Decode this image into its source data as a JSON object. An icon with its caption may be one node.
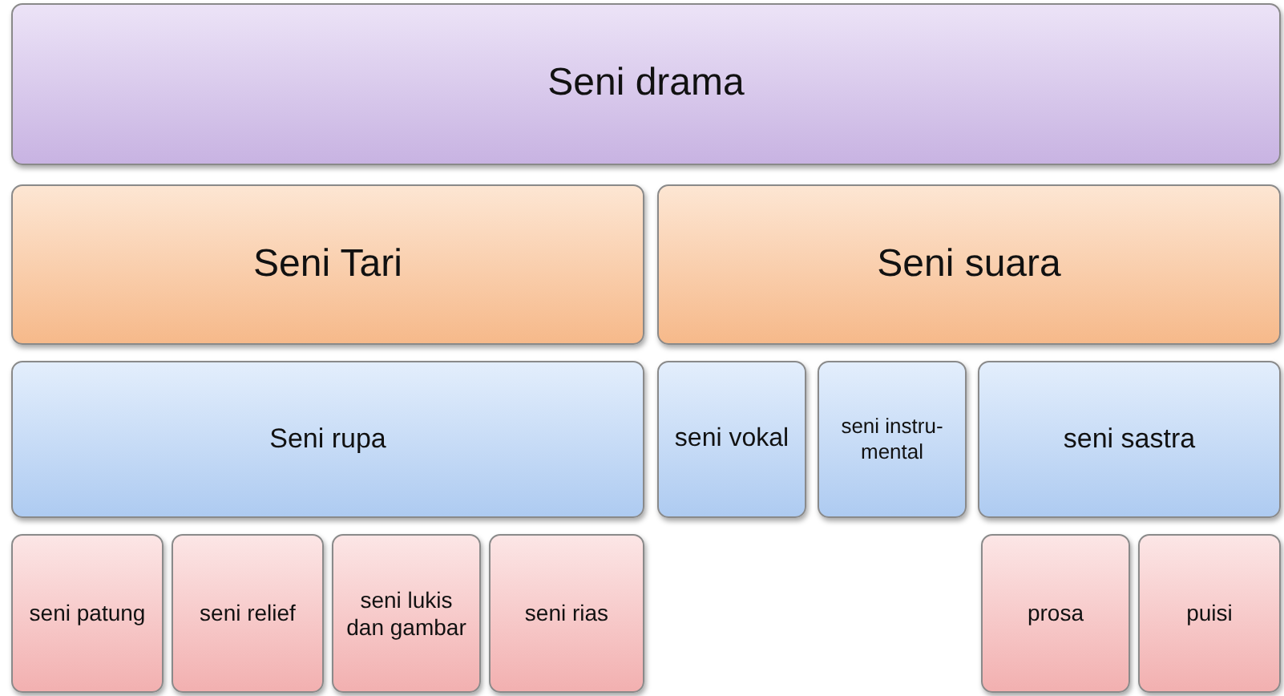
{
  "diagram": {
    "nodes": [
      {
        "text": [
          "Seni drama"
        ]
      },
      {
        "text": [
          "Seni Tari"
        ]
      },
      {
        "text": [
          "Seni suara"
        ]
      },
      {
        "text": [
          "Seni rupa"
        ]
      },
      {
        "text": [
          "seni vokal"
        ]
      },
      {
        "text": [
          "seni instru-mental"
        ]
      },
      {
        "text": [
          "seni sastra"
        ]
      },
      {
        "text": [
          "seni patung"
        ]
      },
      {
        "text": [
          "seni relief"
        ]
      },
      {
        "text": [
          "seni lukis dan gambar"
        ]
      },
      {
        "text": [
          "seni rias"
        ]
      },
      {
        "text": [
          "prosa"
        ]
      },
      {
        "text": [
          "puisi"
        ]
      }
    ]
  }
}
